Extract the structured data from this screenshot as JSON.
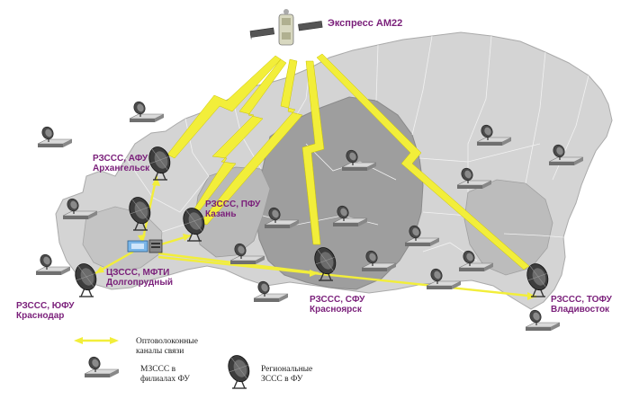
{
  "colors": {
    "label": "#7a1f7a",
    "link": "#f2ee3a",
    "map_light": "#d4d4d4",
    "map_mid": "#b9b9b9",
    "map_dark": "#9e9e9e"
  },
  "satellite": {
    "name": "Экспресс АМ22",
    "icon": "satellite-icon"
  },
  "stations": {
    "arkhangelsk": {
      "line1": "РЗССС, АФУ",
      "line2": "Архангельск"
    },
    "kazan": {
      "line1": "РЗССС, ПФУ",
      "line2": "Казань"
    },
    "dolgoprudny": {
      "line1": "ЦЗССС, МФТИ",
      "line2": "Долгопрудный"
    },
    "krasnodar": {
      "line1": "РЗССС, ЮФУ",
      "line2": "Краснодар"
    },
    "krasnoyarsk": {
      "line1": "РЗССС, СФУ",
      "line2": "Красноярск"
    },
    "vladivostok": {
      "line1": "РЗССС, ТОФУ",
      "line2": "Владивосток"
    }
  },
  "legend": {
    "fiber": {
      "line1": "Оптоволоконные",
      "line2": "каналы связи"
    },
    "mzsss": {
      "line1": "МЗССС в",
      "line2": "филиалах ФУ",
      "icon": "small-dish-icon"
    },
    "rzsss": {
      "line1": "Региональные",
      "line2": "ЗССС в ФУ",
      "icon": "large-dish-icon"
    }
  }
}
